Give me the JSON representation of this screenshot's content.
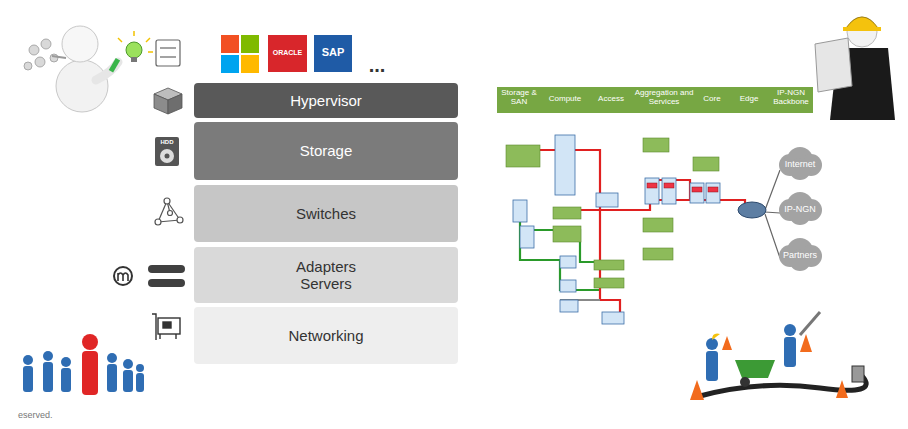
{
  "diagram": {
    "nodes": [
      {
        "text": [
          "Hypervisor"
        ]
      },
      {
        "text": [
          "Storage"
        ]
      },
      {
        "text": [
          "Switches"
        ]
      },
      {
        "text": [
          "Adapters Servers"
        ]
      },
      {
        "text": [
          "Networking"
        ]
      },
      {
        "text": [
          "Internet"
        ]
      },
      {
        "text": [
          "IP-NGN"
        ]
      },
      {
        "text": [
          "Partners"
        ]
      }
    ],
    "labels": [
      "ORACLE",
      "SAP",
      "...",
      "HDD",
      "Storage & SAN",
      "Compute",
      "Access",
      "Aggregation and Services",
      "Core",
      "Edge",
      "IP-NGN Backbone",
      "eserved."
    ]
  }
}
